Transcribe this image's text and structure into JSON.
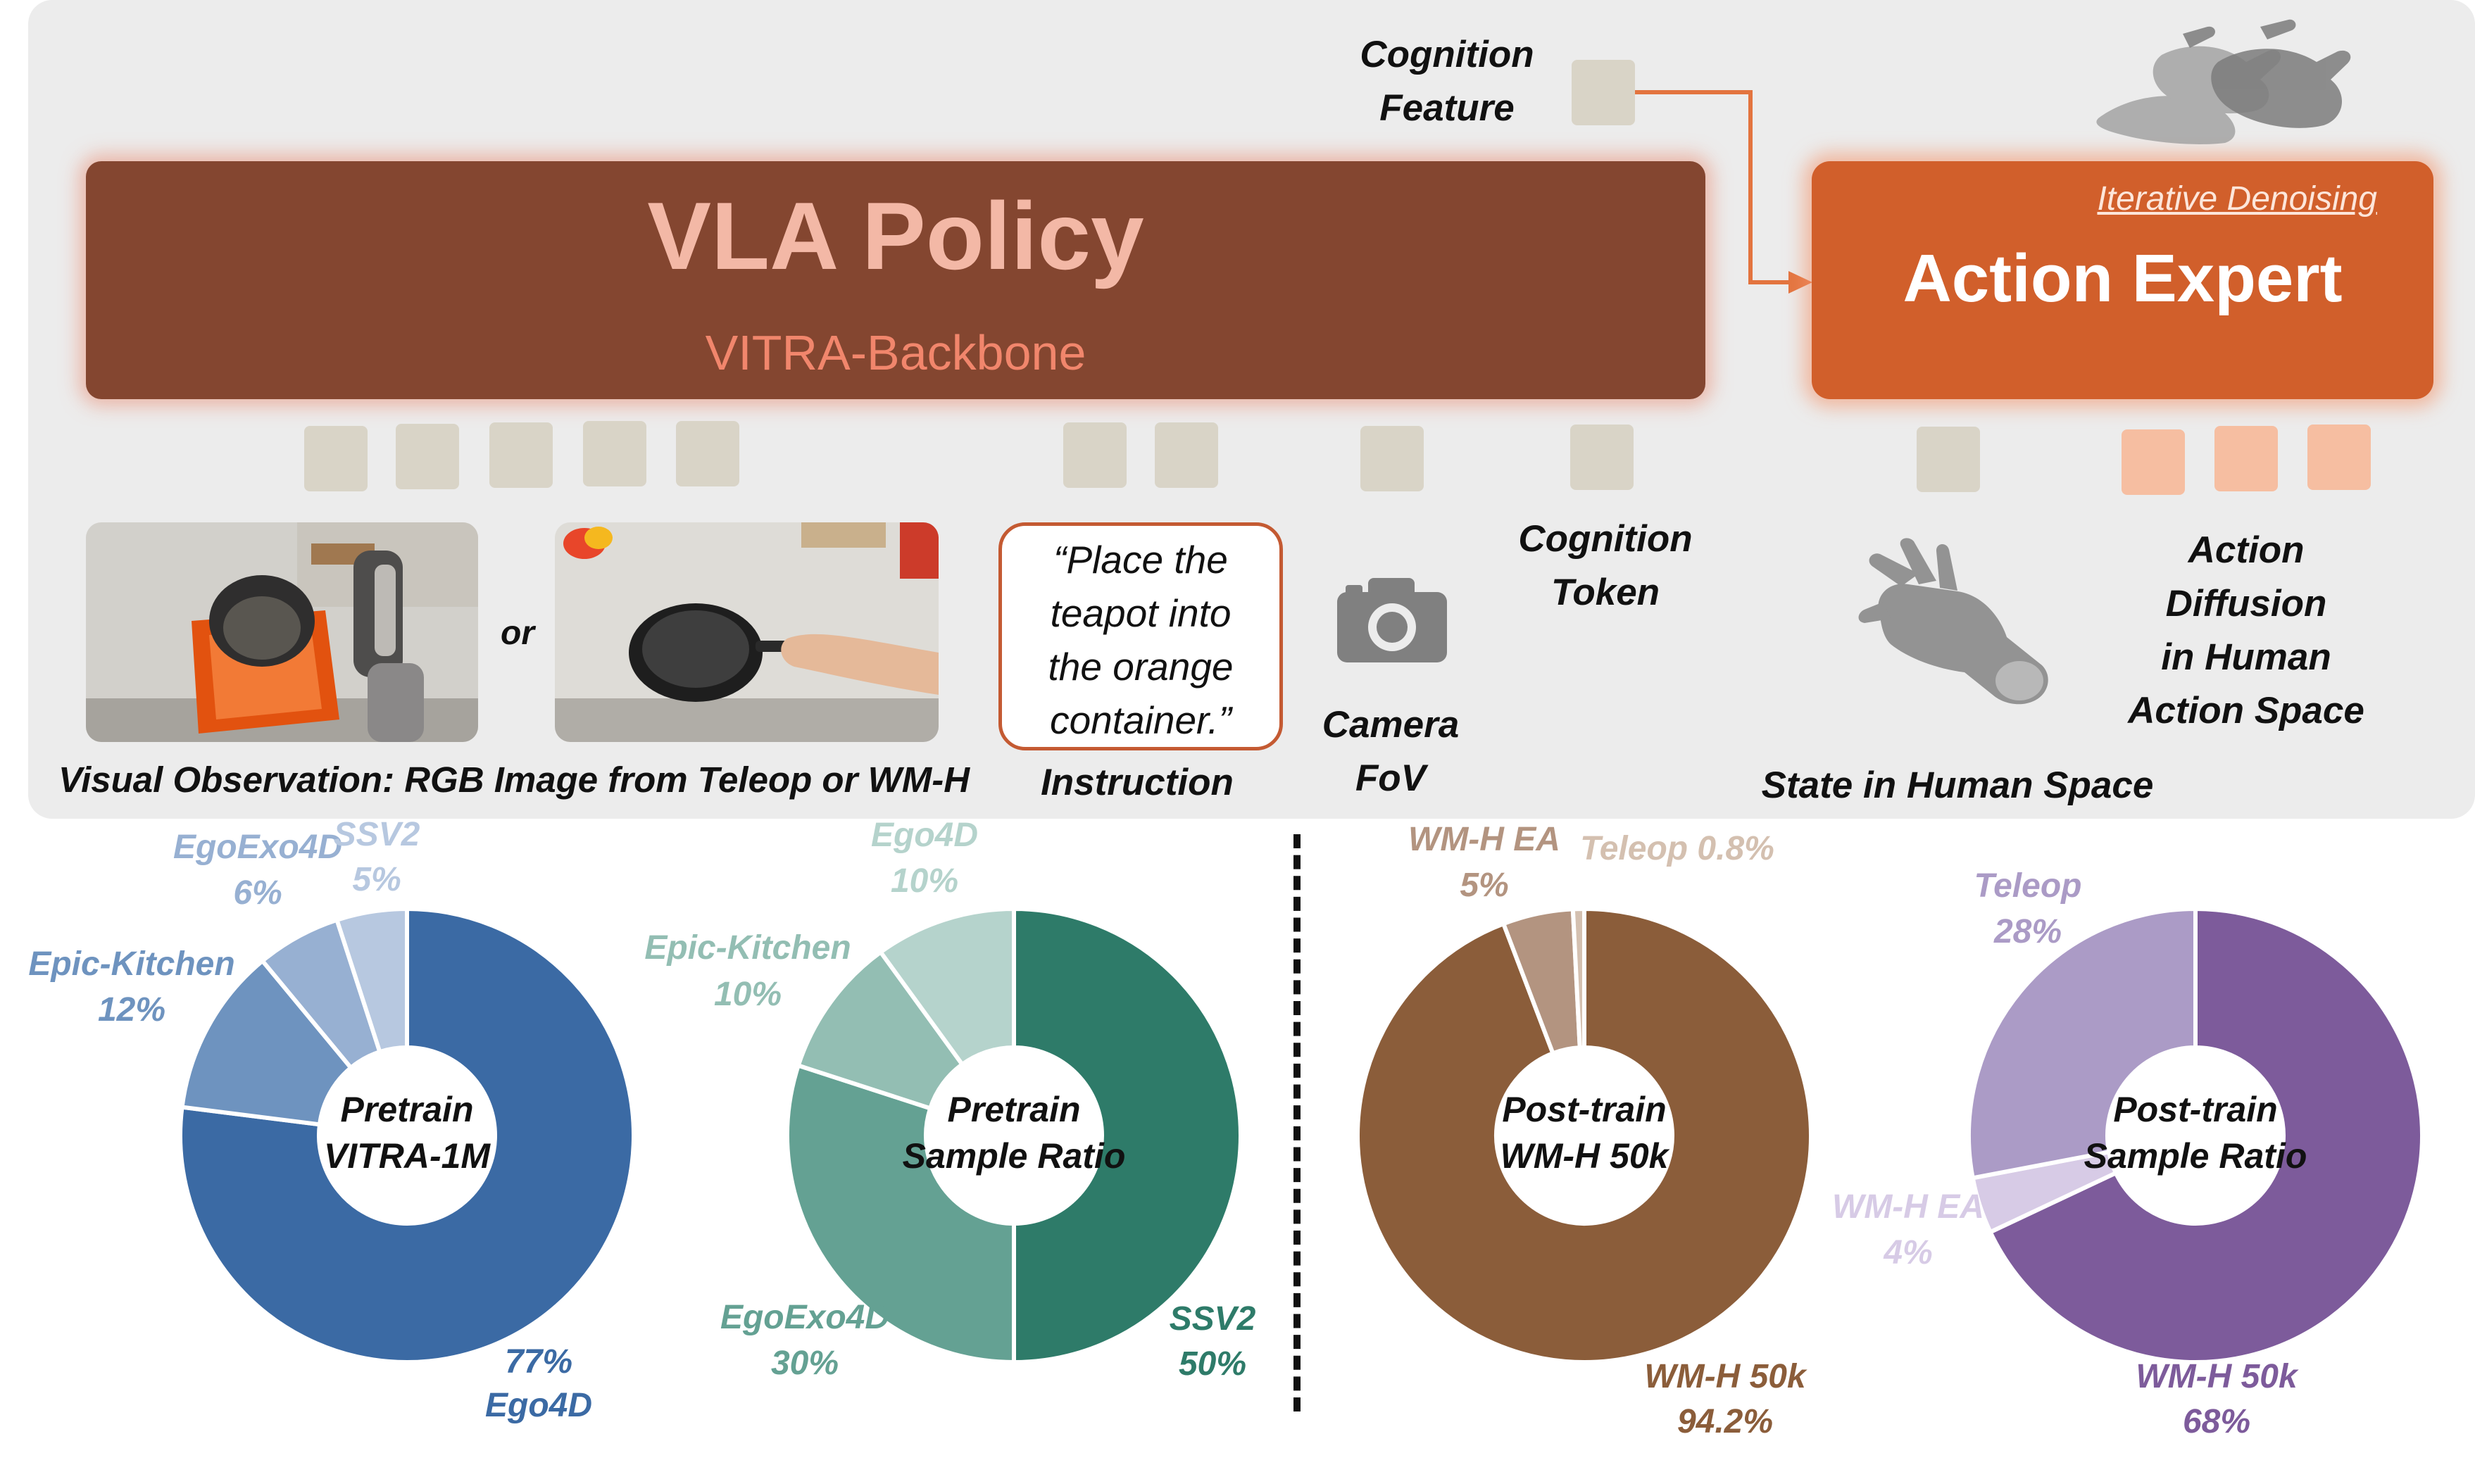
{
  "diagram": {
    "vla_policy": {
      "title": "VLA Policy",
      "subtitle": "VITRA-Backbone"
    },
    "action_expert": {
      "title": "Action Expert",
      "subtitle": "Iterative Denoising"
    },
    "cognition_feature": "Cognition\nFeature",
    "cognition_token": "Cognition\nToken",
    "or_text": "or",
    "visual_observation": "Visual Observation: RGB Image from Teleop or WM-H",
    "instruction_quote": "“Place the\nteapot into\nthe orange\ncontainer.”",
    "instruction_label": "Instruction",
    "camera_fov": "Camera\nFoV",
    "state_label": "State in Human Space",
    "action_diffusion": "Action\nDiffusion\nin Human\nAction Space",
    "icons": [
      "camera-icon",
      "hand-icon",
      "hand-trajectory-icon"
    ],
    "colors": {
      "vla": "#844630",
      "action_expert": "#d15f2b",
      "token": "#d9d4c7",
      "action_token": "#f6bea1"
    }
  },
  "chart_data": [
    {
      "type": "pie",
      "center_label": "Pretrain\nVITRA-1M",
      "slices": [
        {
          "label": "Ego4D",
          "value": 77,
          "value_text": "77%",
          "color": "#3b6aa4"
        },
        {
          "label": "Epic-Kitchen",
          "value": 12,
          "value_text": "12%",
          "color": "#6e93bf"
        },
        {
          "label": "EgoExo4D",
          "value": 6,
          "value_text": "6%",
          "color": "#97b0d2"
        },
        {
          "label": "SSV2",
          "value": 5,
          "value_text": "5%",
          "color": "#b7c8e0"
        }
      ]
    },
    {
      "type": "pie",
      "center_label": "Pretrain\nSample Ratio",
      "slices": [
        {
          "label": "SSV2",
          "value": 50,
          "value_text": "50%",
          "color": "#2e7b69"
        },
        {
          "label": "EgoExo4D",
          "value": 30,
          "value_text": "30%",
          "color": "#64a193"
        },
        {
          "label": "Epic-Kitchen",
          "value": 10,
          "value_text": "10%",
          "color": "#93beb3"
        },
        {
          "label": "Ego4D",
          "value": 10,
          "value_text": "10%",
          "color": "#b5d3cc"
        }
      ]
    },
    {
      "type": "pie",
      "center_label": "Post-train\nWM-H 50k",
      "slices": [
        {
          "label": "WM-H 50k",
          "value": 94.2,
          "value_text": "94.2%",
          "color": "#8b5d3a"
        },
        {
          "label": "WM-H EA",
          "value": 5,
          "value_text": "5%",
          "color": "#b39480"
        },
        {
          "label": "Teleop",
          "value": 0.8,
          "value_text": "0.8%",
          "color": "#d4c0b0"
        }
      ]
    },
    {
      "type": "pie",
      "center_label": "Post-train\nSample Ratio",
      "slices": [
        {
          "label": "WM-H 50k",
          "value": 68,
          "value_text": "68%",
          "color": "#7d5b9b"
        },
        {
          "label": "WM-H EA",
          "value": 4,
          "value_text": "4%",
          "color": "#d7cbe6"
        },
        {
          "label": "Teleop",
          "value": 28,
          "value_text": "28%",
          "color": "#ab9bc6"
        }
      ]
    }
  ]
}
